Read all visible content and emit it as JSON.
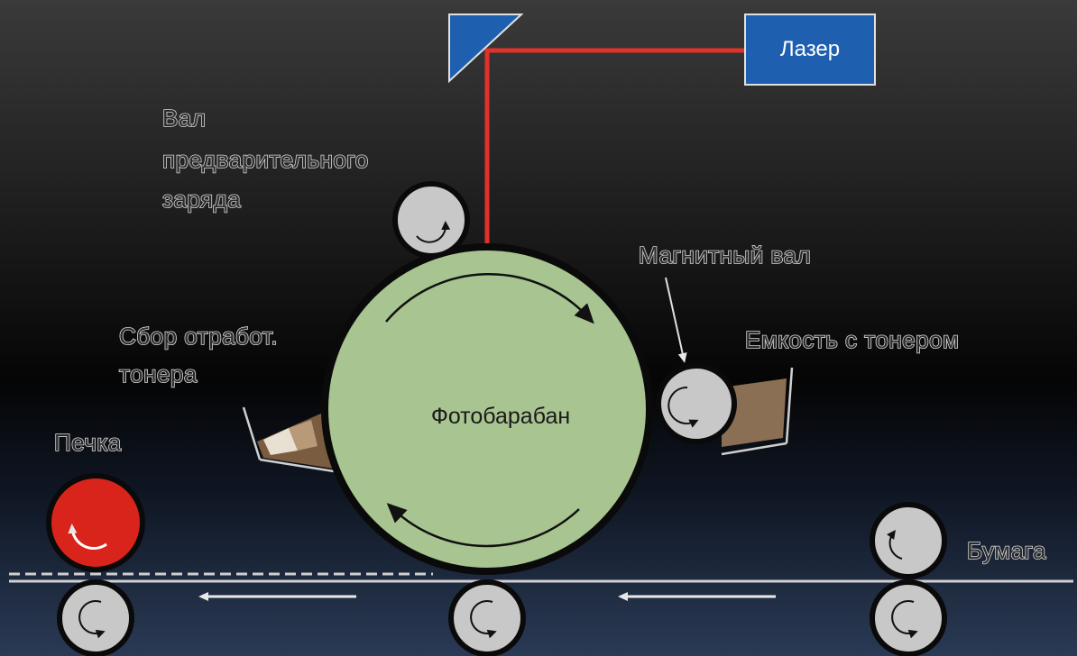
{
  "labels": {
    "laser": "Лазер",
    "precharge_roller_line1": "Вал",
    "precharge_roller_line2": "предварительного",
    "precharge_roller_line3": "заряда",
    "magnetic_roller": "Магнитный вал",
    "toner_hopper": "Емкость с тонером",
    "waste_toner_line1": "Сбор отработ.",
    "waste_toner_line2": "тонера",
    "drum": "Фотобарабан",
    "fuser": "Печка",
    "paper": "Бумага"
  },
  "colors": {
    "laser_beam": "#e0312a",
    "laser_box": "#1f5fb0",
    "mirror": "#1f5fb0",
    "drum": "#a8c490",
    "fuser_roller": "#d9241c",
    "roller": "#c8c8c8",
    "toner_hopper": "#8a6f55"
  }
}
